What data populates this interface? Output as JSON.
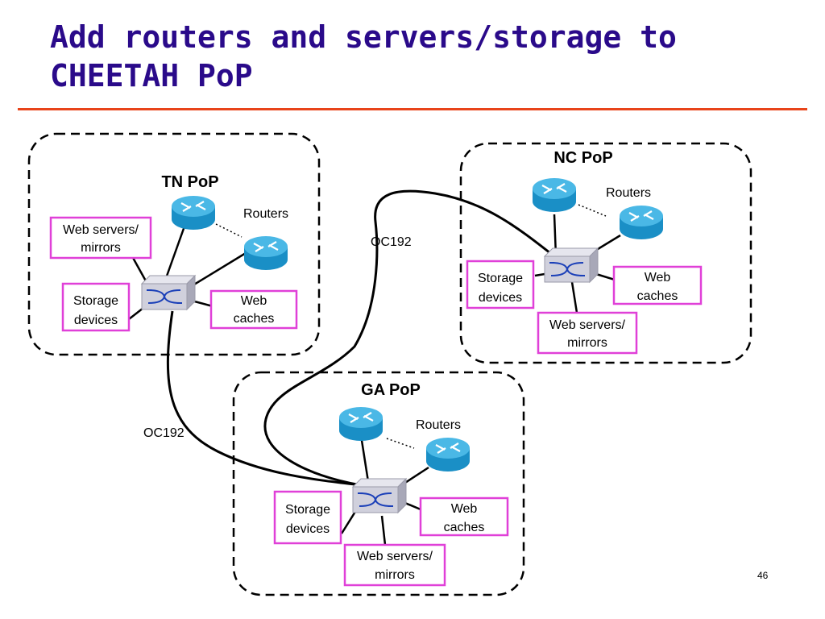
{
  "slide": {
    "title_line1": "Add routers and servers/storage to",
    "title_line2": "CHEETAH PoP",
    "number": "46"
  },
  "colors": {
    "title": "#2a0a8a",
    "rule": "#e8441a",
    "box_border": "#e040d8",
    "router_body": "#1a8fc6",
    "router_top": "#4ab8e6"
  },
  "links": {
    "tn_ga": "OC192",
    "nc_ga": "OC192"
  },
  "pops": {
    "tn": {
      "name": "TN PoP",
      "routers": "Routers",
      "web_servers": [
        "Web servers/",
        "mirrors"
      ],
      "storage": [
        "Storage",
        "devices"
      ],
      "web_caches": [
        "Web",
        "caches"
      ]
    },
    "nc": {
      "name": "NC PoP",
      "routers": "Routers",
      "web_servers": [
        "Web servers/",
        "mirrors"
      ],
      "storage": [
        "Storage",
        "devices"
      ],
      "web_caches": [
        "Web",
        "caches"
      ]
    },
    "ga": {
      "name": "GA PoP",
      "routers": "Routers",
      "web_servers": [
        "Web servers/",
        "mirrors"
      ],
      "storage": [
        "Storage",
        "devices"
      ],
      "web_caches": [
        "Web",
        "caches"
      ]
    }
  }
}
